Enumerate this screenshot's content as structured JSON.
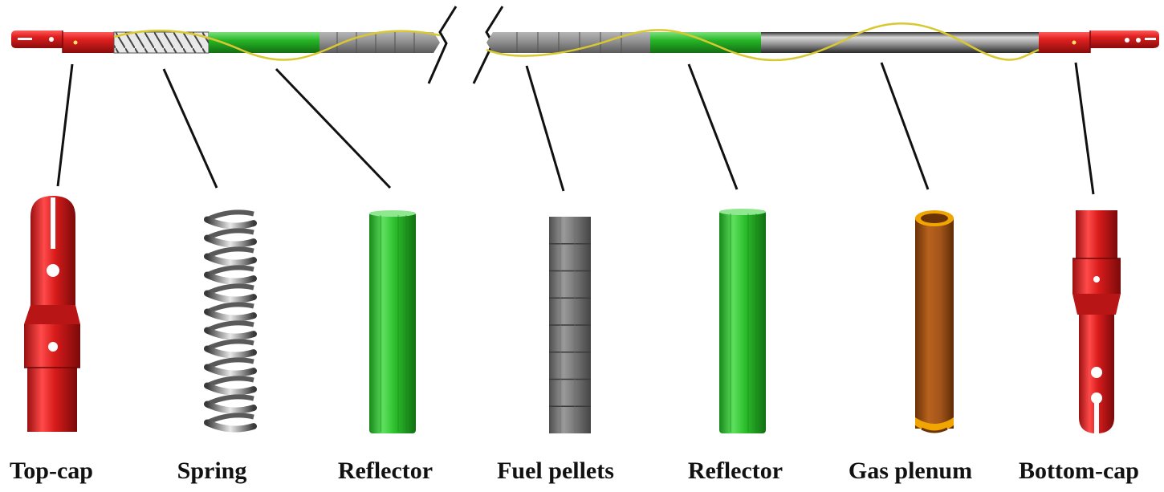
{
  "labels": {
    "top_cap": "Top-cap",
    "spring": "Spring",
    "reflector_1": "Reflector",
    "fuel_pellets": "Fuel pellets",
    "reflector_2": "Reflector",
    "gas_plenum": "Gas plenum",
    "bottom_cap": "Bottom-cap"
  },
  "colors": {
    "cap_red": "#d01c1c",
    "reflector_green": "#2eb82e",
    "pellet_gray": "#8a8a8a",
    "plenum_brown": "#a0521a",
    "plenum_rim": "#f0a500",
    "wire_yellow": "#d9c830"
  }
}
